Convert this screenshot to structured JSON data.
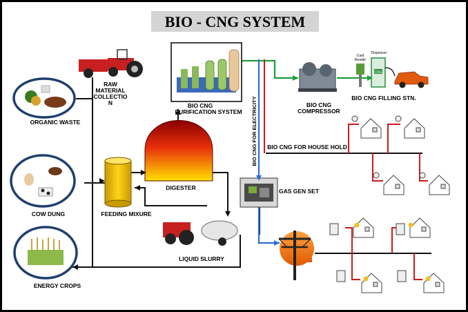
{
  "title": "BIO - CNG SYSTEM",
  "labels": {
    "raw_material": [
      "RAW",
      "MATERIAL",
      "COLLECTIO",
      "N"
    ],
    "organic_waste": "ORGANIC WASTE",
    "cow_dung": "COW DUNG",
    "energy_crops": "ENERGY CROPS",
    "feeding_mixure": "FEEDING MIXURE",
    "digester": "DIGESTER",
    "liquid_slurry": "LIQUID SLURRY",
    "purification": [
      "BIO CNG",
      "PURIFICATION SYSTEM"
    ],
    "compressor": [
      "BIO CNG",
      "COMPRESSOR"
    ],
    "filling_station": "BIO CNG FILLING STN.",
    "card_reader": [
      "Card",
      "Reader"
    ],
    "dispenser": "Dispenser",
    "cng_badge": "CNG",
    "electricity": "BIO CNG FOR ELECTRICITY",
    "household": "BIO CNG FOR HOUSE HOLD",
    "gas_gen": "GAS GEN SET"
  },
  "colors": {
    "flow_line": "#111111",
    "green_line": "#1a9e3a",
    "red_line": "#d01818",
    "blue_line": "#2a6fd6",
    "title_bg": "#d4d4d4",
    "circle_border": "#1f3f6e"
  }
}
